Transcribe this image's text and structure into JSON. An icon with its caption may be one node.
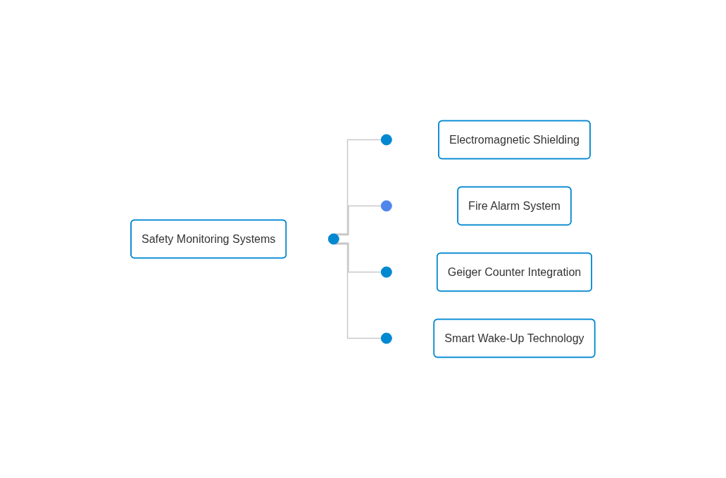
{
  "diagram": {
    "nodes": [
      {
        "text": [
          "Safety Monitoring Systems"
        ]
      },
      {
        "text": [],
        "shape": "circle"
      },
      {
        "text": [],
        "shape": "circle"
      },
      {
        "text": [
          "Electromagnetic Shielding"
        ]
      },
      {
        "text": [],
        "shape": "circle"
      },
      {
        "text": [
          "Fire Alarm System"
        ]
      },
      {
        "text": [],
        "shape": "circle"
      },
      {
        "text": [
          "Geiger Counter Integration"
        ]
      },
      {
        "text": [],
        "shape": "circle"
      },
      {
        "text": [
          "Smart Wake-Up Technology"
        ]
      }
    ],
    "edges": [
      {
        "from": 1,
        "to": 2,
        "arrow": "none"
      },
      {
        "from": 1,
        "to": 4,
        "arrow": "none"
      },
      {
        "from": 1,
        "to": 6,
        "arrow": "none"
      },
      {
        "from": 1,
        "to": 8,
        "arrow": "none"
      }
    ]
  }
}
